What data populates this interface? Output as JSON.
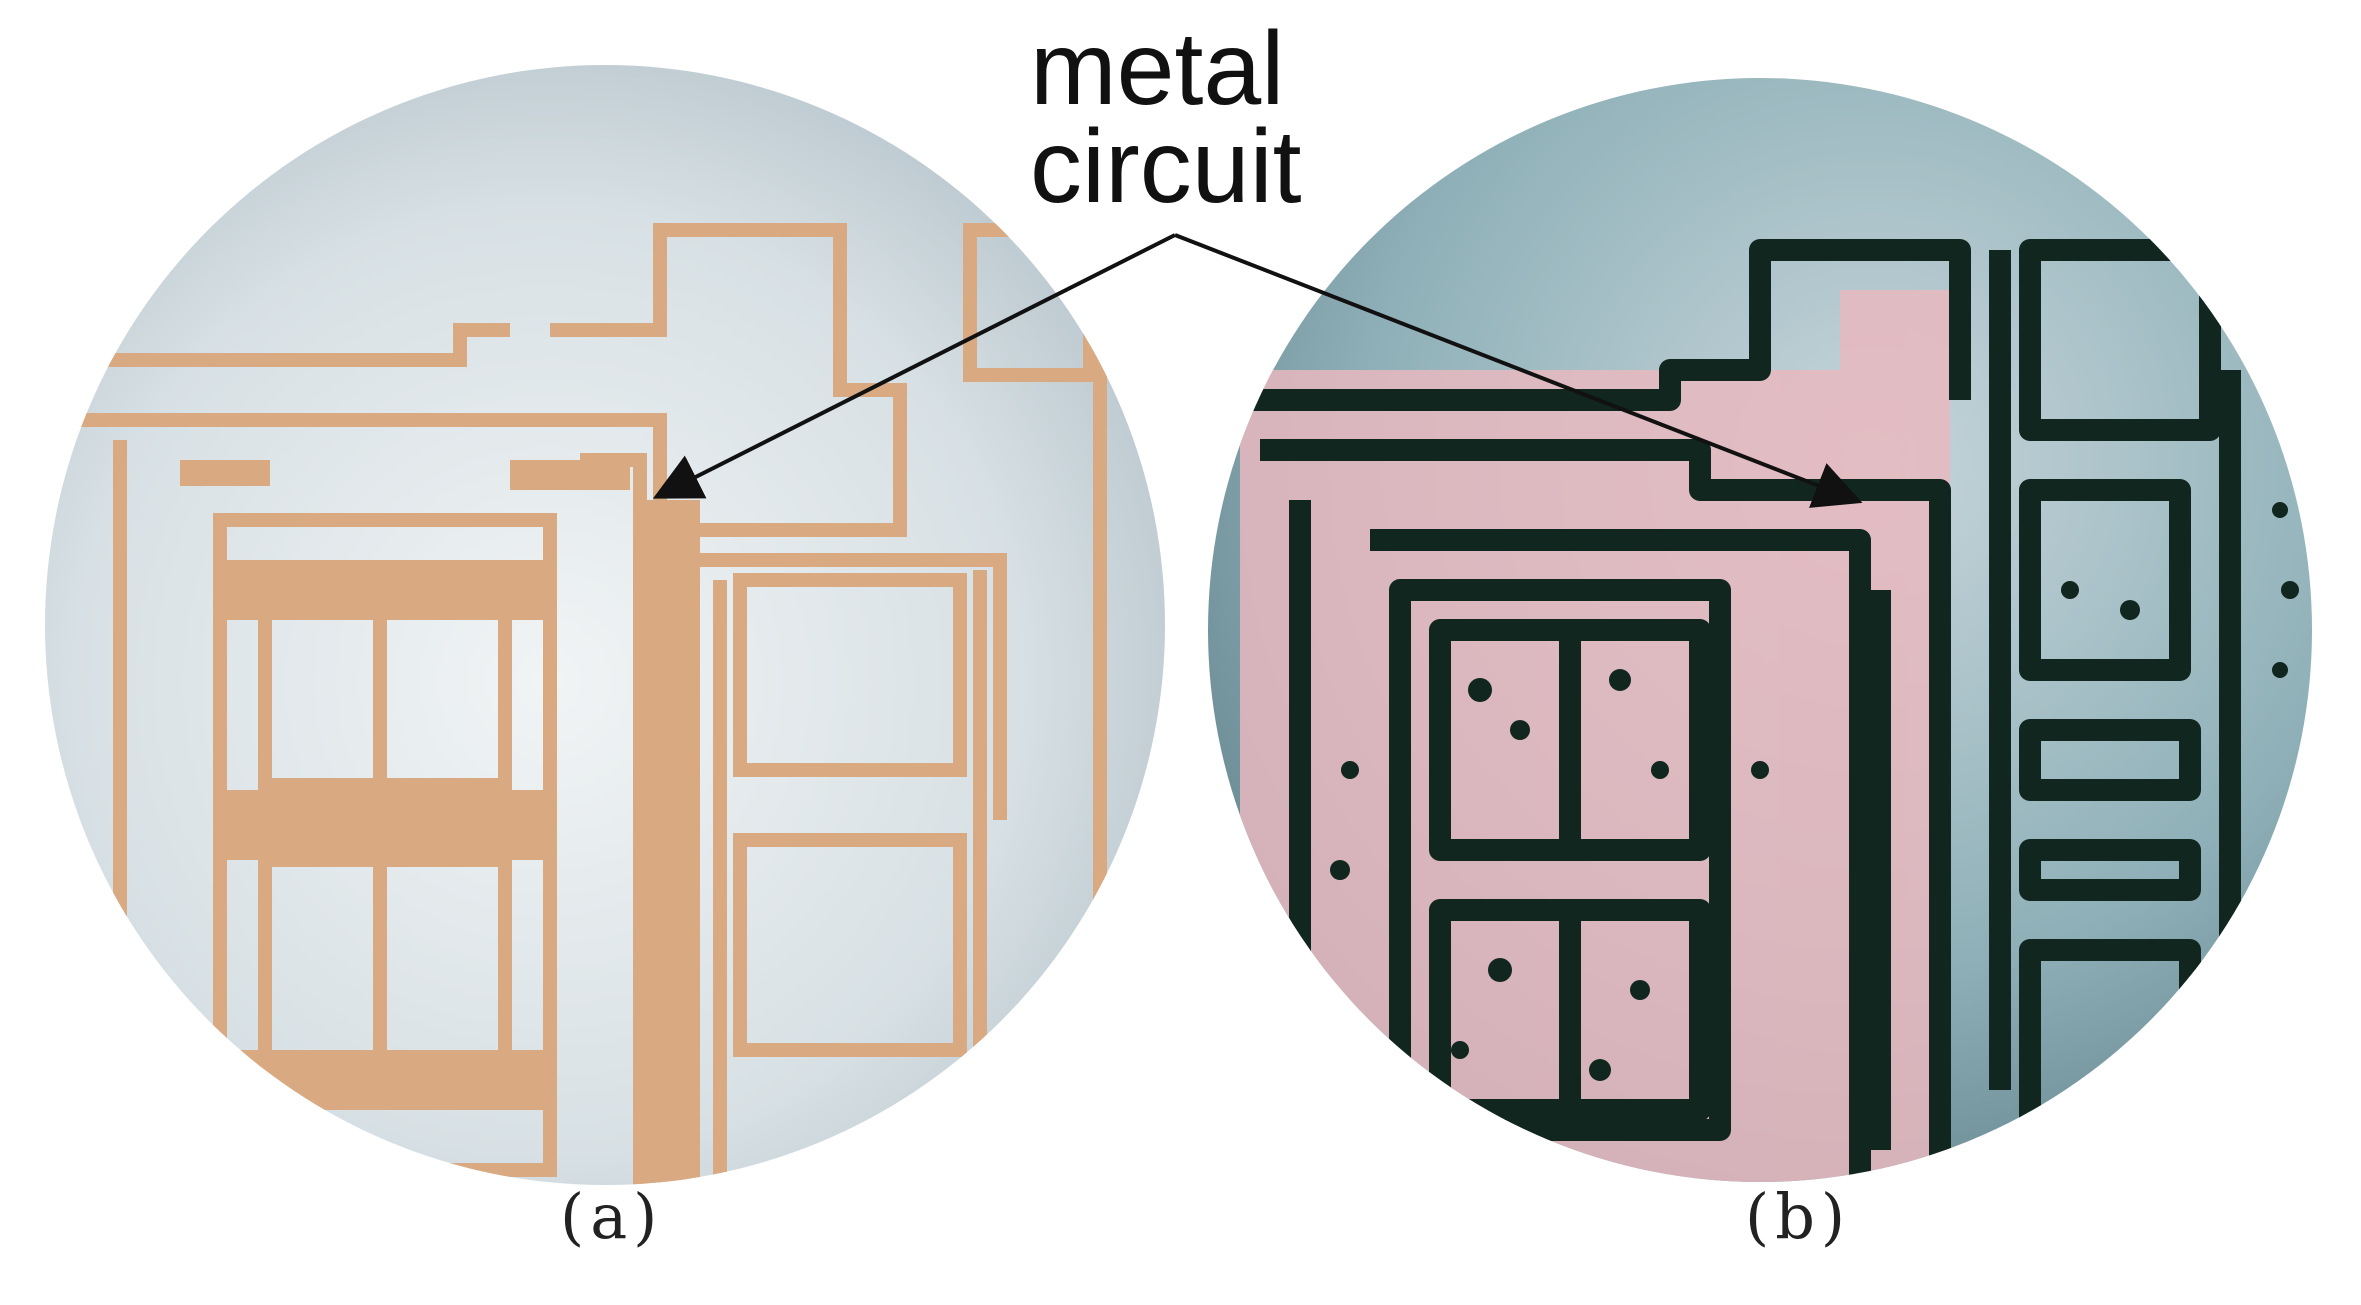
{
  "annotation": {
    "line1": "metal",
    "line2": "circuit"
  },
  "captions": {
    "a": "(a)",
    "b": "(b)"
  },
  "colors": {
    "metal_trace_a": "#d9a981",
    "substrate_a": "#dfe6ea",
    "substrate_b": "#7fa3ac",
    "trace_b_dark": "#10261e",
    "pink_region_b": "#e8b9bf"
  }
}
